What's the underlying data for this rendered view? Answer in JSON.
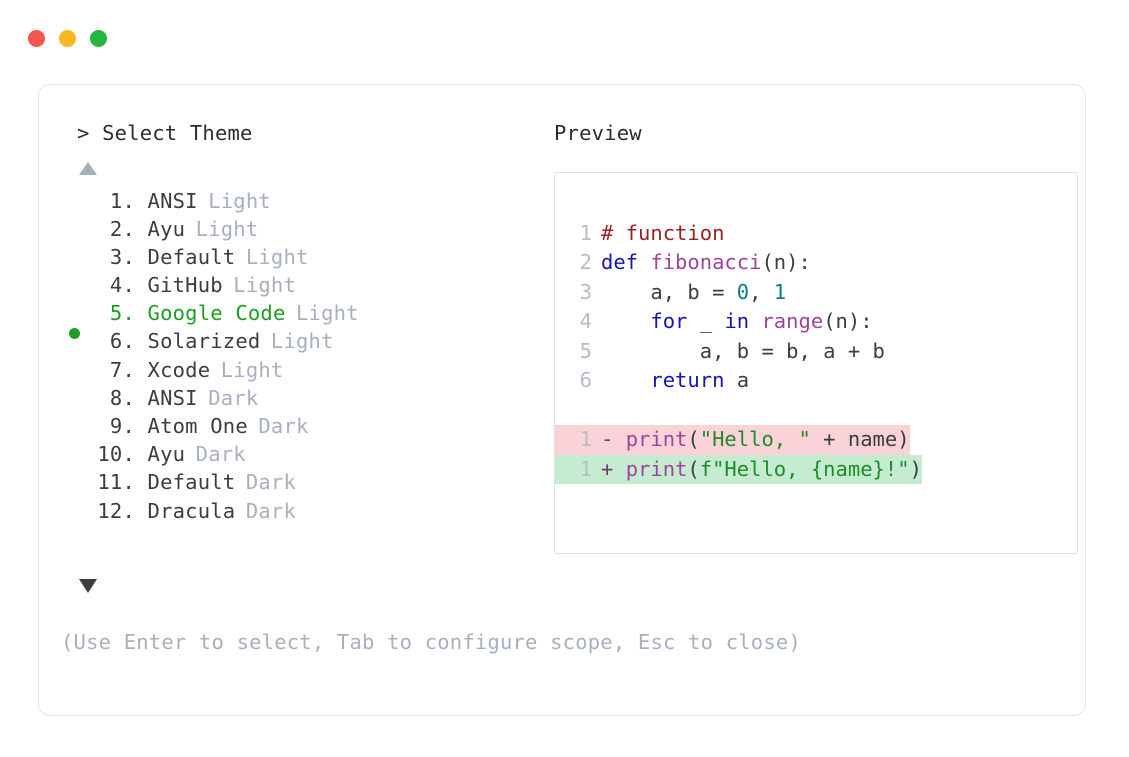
{
  "window": {
    "controls": [
      {
        "name": "close",
        "color": "#f2564f"
      },
      {
        "name": "minimize",
        "color": "#f5b722"
      },
      {
        "name": "zoom",
        "color": "#23b83a"
      }
    ]
  },
  "prompt": {
    "marker": ">",
    "title": "Select Theme",
    "full": "> Select Theme"
  },
  "scroll": {
    "up_indicator": "▲",
    "down_indicator": "▼"
  },
  "themes": {
    "selected_index": 5,
    "selected_bullet": "●",
    "accent_color": "#1f9c23",
    "items": [
      {
        "index": "1.",
        "name": "ANSI",
        "variant": "Light",
        "selected": false
      },
      {
        "index": "2.",
        "name": "Ayu",
        "variant": "Light",
        "selected": false
      },
      {
        "index": "3.",
        "name": "Default",
        "variant": "Light",
        "selected": false
      },
      {
        "index": "4.",
        "name": "GitHub",
        "variant": "Light",
        "selected": false
      },
      {
        "index": "5.",
        "name": "Google Code",
        "variant": "Light",
        "selected": true
      },
      {
        "index": "6.",
        "name": "Solarized",
        "variant": "Light",
        "selected": false
      },
      {
        "index": "7.",
        "name": "Xcode",
        "variant": "Light",
        "selected": false
      },
      {
        "index": "8.",
        "name": "ANSI",
        "variant": "Dark",
        "selected": false
      },
      {
        "index": "9.",
        "name": "Atom One",
        "variant": "Dark",
        "selected": false
      },
      {
        "index": "10.",
        "name": "Ayu",
        "variant": "Dark",
        "selected": false
      },
      {
        "index": "11.",
        "name": "Default",
        "variant": "Dark",
        "selected": false
      },
      {
        "index": "12.",
        "name": "Dracula",
        "variant": "Dark",
        "selected": false
      }
    ]
  },
  "preview": {
    "label": "Preview",
    "code_lines": [
      {
        "number": "1",
        "tokens": [
          {
            "t": "# function",
            "c": "comment"
          }
        ]
      },
      {
        "number": "2",
        "tokens": [
          {
            "t": "def ",
            "c": "keyword"
          },
          {
            "t": "fibonacci",
            "c": "func"
          },
          {
            "t": "(n):",
            "c": "plain"
          }
        ]
      },
      {
        "number": "3",
        "tokens": [
          {
            "t": "    a, b = ",
            "c": "plain"
          },
          {
            "t": "0",
            "c": "number"
          },
          {
            "t": ", ",
            "c": "plain"
          },
          {
            "t": "1",
            "c": "number"
          }
        ]
      },
      {
        "number": "4",
        "tokens": [
          {
            "t": "    ",
            "c": "plain"
          },
          {
            "t": "for",
            "c": "keyword"
          },
          {
            "t": " _ ",
            "c": "plain"
          },
          {
            "t": "in",
            "c": "keyword"
          },
          {
            "t": " ",
            "c": "plain"
          },
          {
            "t": "range",
            "c": "builtin"
          },
          {
            "t": "(n):",
            "c": "plain"
          }
        ]
      },
      {
        "number": "5",
        "tokens": [
          {
            "t": "        a, b = b, a + b",
            "c": "plain"
          }
        ]
      },
      {
        "number": "6",
        "tokens": [
          {
            "t": "    ",
            "c": "plain"
          },
          {
            "t": "return",
            "c": "keyword"
          },
          {
            "t": " a",
            "c": "plain"
          }
        ]
      }
    ],
    "diff_lines": [
      {
        "number": "1",
        "kind": "removed",
        "marker": "-",
        "bg": "#f9d3d8",
        "tokens": [
          {
            "t": "- ",
            "c": "marker"
          },
          {
            "t": "print",
            "c": "builtin"
          },
          {
            "t": "(",
            "c": "plain"
          },
          {
            "t": "\"Hello, \"",
            "c": "string"
          },
          {
            "t": " + name)",
            "c": "plain"
          }
        ]
      },
      {
        "number": "1",
        "kind": "added",
        "marker": "+",
        "bg": "#c5ecd1",
        "tokens": [
          {
            "t": "+ ",
            "c": "marker"
          },
          {
            "t": "print",
            "c": "builtin"
          },
          {
            "t": "(",
            "c": "plain"
          },
          {
            "t": "f\"Hello, {name}!\"",
            "c": "string"
          },
          {
            "t": ")",
            "c": "plain"
          }
        ]
      }
    ]
  },
  "footer": {
    "help": "(Use Enter to select, Tab to configure scope, Esc to close)"
  }
}
